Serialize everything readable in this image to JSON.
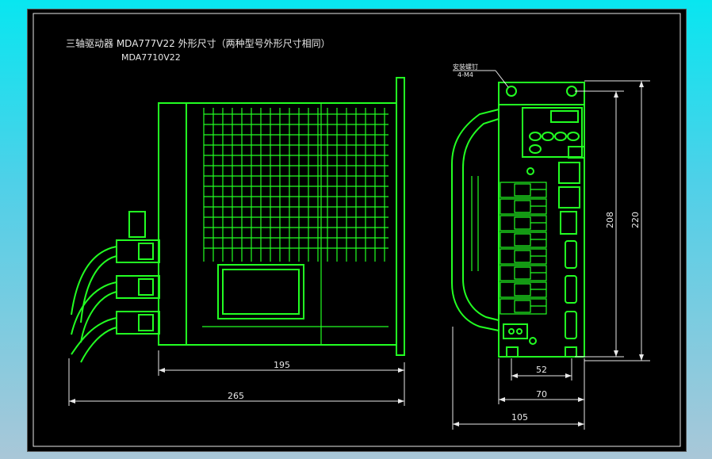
{
  "title": {
    "line1": "三轴驱动器 MDA777V22  外形尺寸（两种型号外形尺寸相同）",
    "line2": "MDA7710V22"
  },
  "callout": {
    "line1": "安装螺钉",
    "line2": "4-M4"
  },
  "dimensions": {
    "d195": "195",
    "d265": "265",
    "d52": "52",
    "d70": "70",
    "d105": "105",
    "d208": "208",
    "d220": "220"
  },
  "colors": {
    "outline": "#22ff22",
    "dimension": "#e8e8e8",
    "background": "#000000"
  }
}
